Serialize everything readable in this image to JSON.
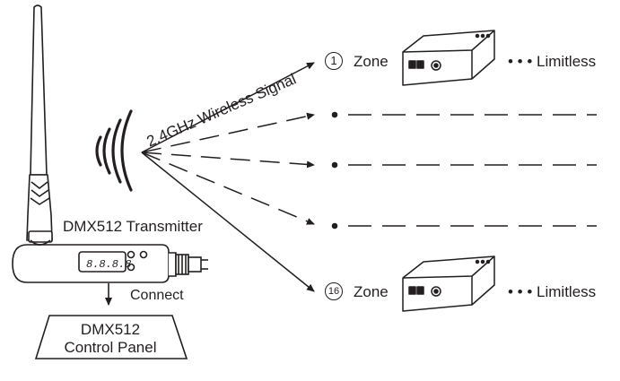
{
  "signal_label": "2.4GHz Wireless Signal",
  "transmitter": {
    "label": "DMX512 Transmitter",
    "display_digits": "8.8.8.8"
  },
  "connect_label": "Connect",
  "control_panel": {
    "line1": "DMX512",
    "line2": "Control Panel"
  },
  "zones": [
    {
      "number": "1",
      "label": "Zone",
      "suffix": "• • •  Limitless"
    },
    {
      "number": "16",
      "label": "Zone",
      "suffix": "• • •  Limitless"
    }
  ],
  "colors": {
    "line": "#231f20",
    "background": "#ffffff"
  }
}
